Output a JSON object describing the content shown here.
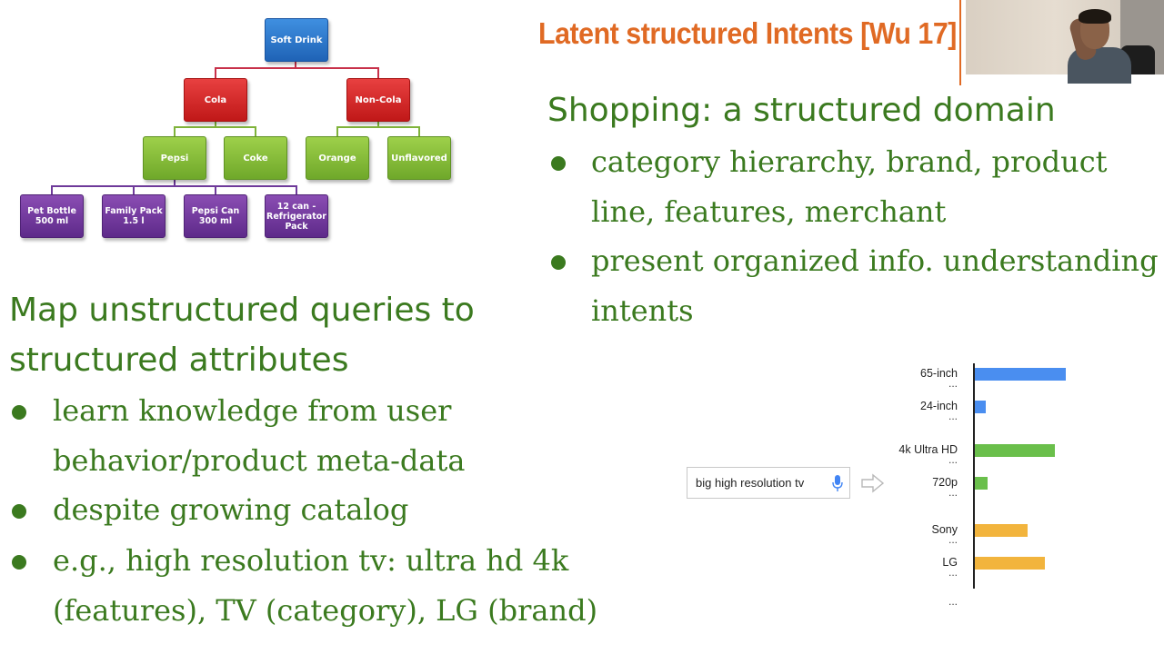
{
  "slide": {
    "title": "Latent structured Intents [Wu 17]"
  },
  "hierarchy": {
    "root": "Soft Drink",
    "level1": [
      "Cola",
      "Non-Cola"
    ],
    "level2": [
      "Pepsi",
      "Coke",
      "Orange",
      "Unflavored"
    ],
    "level3": [
      {
        "line1": "Pet Bottle",
        "line2": "500 ml"
      },
      {
        "line1": "Family Pack",
        "line2": "1.5 l"
      },
      {
        "line1": "Pepsi Can",
        "line2": "300 ml"
      },
      {
        "line1": "12 can -",
        "line2": "Refrigerator",
        "line3": "Pack"
      }
    ]
  },
  "right_block": {
    "heading": "Shopping: a structured domain",
    "bullets": [
      {
        "line1": "category hierarchy, brand, product",
        "line2": "line, features, merchant"
      },
      {
        "line1": "present organized info. understanding",
        "line2": "intents"
      }
    ]
  },
  "left_block": {
    "heading_line1": "Map unstructured queries to",
    "heading_line2": "structured attributes",
    "bullets": [
      {
        "line1": "learn knowledge from user",
        "line2": "behavior/product meta-data"
      },
      {
        "line1": "despite growing catalog"
      },
      {
        "line1": "e.g., high resolution tv: ultra hd 4k",
        "line2": "(features), TV (category), LG (brand)"
      }
    ]
  },
  "search": {
    "query": "big high resolution tv",
    "icon": "microphone-icon"
  },
  "chart_data": {
    "type": "bar",
    "orientation": "horizontal",
    "categories": [
      "65-inch",
      "24-inch",
      "4k Ultra HD",
      "720p",
      "Sony",
      "LG"
    ],
    "values": [
      100,
      12,
      88,
      14,
      58,
      77
    ],
    "groups": [
      {
        "items": [
          "65-inch",
          "24-inch"
        ],
        "color": "#4a8ef0"
      },
      {
        "items": [
          "4k Ultra HD",
          "720p"
        ],
        "color": "#6abf4b"
      },
      {
        "items": [
          "Sony",
          "LG"
        ],
        "color": "#f2b43d"
      }
    ],
    "ellipsis": "...",
    "title": "",
    "xlabel": "",
    "ylabel": ""
  }
}
